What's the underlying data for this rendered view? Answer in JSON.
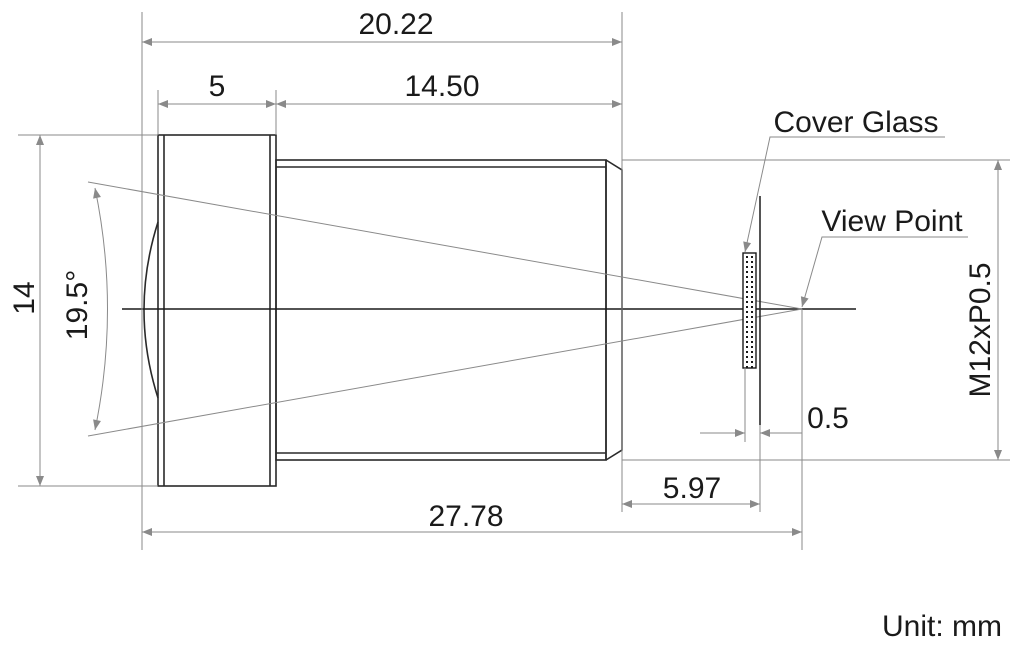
{
  "dimensions": {
    "overall_length_top": "20.22",
    "front_barrel_width": "5",
    "rear_body_length": "14.50",
    "outer_diameter": "14",
    "field_angle": "19.5°",
    "thread_spec": "M12xP0.5",
    "sensor_gap": "0.5",
    "back_focal_distance": "5.97",
    "total_length": "27.78"
  },
  "labels": {
    "cover_glass": "Cover Glass",
    "view_point": "View Point"
  },
  "unit": "Unit: mm",
  "colors": {
    "line": "#2a2a2a",
    "dimension": "#8a8a8a",
    "text": "#1a1a1a"
  }
}
